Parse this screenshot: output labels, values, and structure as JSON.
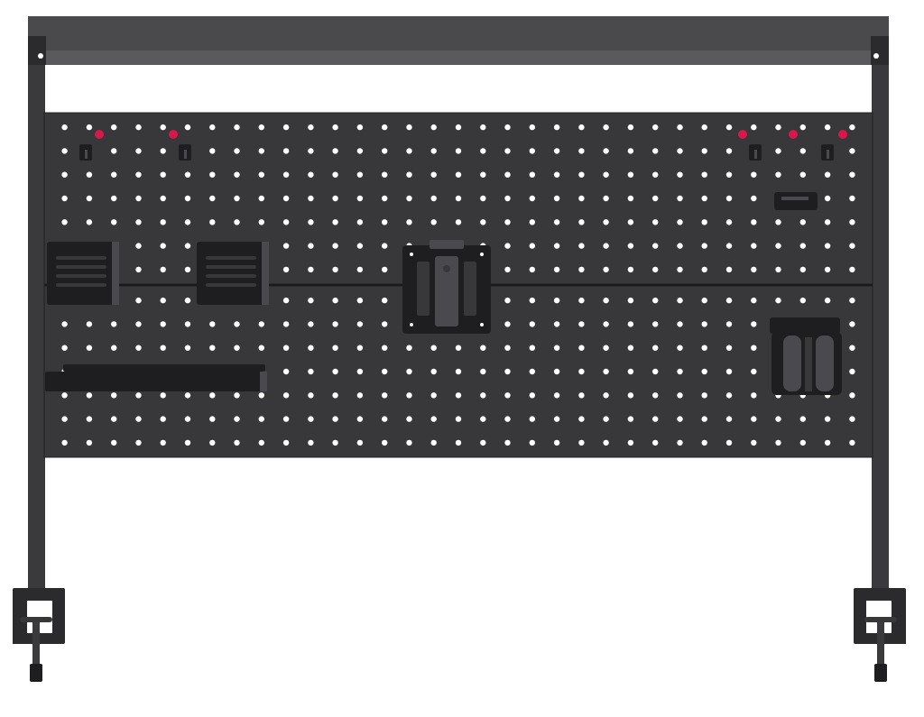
{
  "scene": {
    "subject": "desk-clamp-pegboard-with-light-bar",
    "colors": {
      "background": "#ffffff",
      "frame": "#3a3a3d",
      "frame_dark": "#2b2b2e",
      "panel": "#38383b",
      "panel_edge": "#1f1f21",
      "hole": "#ffffff",
      "accessory": "#1e1e20",
      "accessory_highlight": "#4a4a4e",
      "peg_accent": "#d8174a",
      "light_bar_top": "#4a4a4d",
      "light_bar_bottom": "#5a5a5d"
    },
    "pegboard": {
      "panels": 2,
      "hole_grid_upper": {
        "rows": 7,
        "cols": 33
      },
      "hole_grid_lower": {
        "rows": 7,
        "cols": 33
      }
    },
    "accessories": [
      {
        "name": "slotted-tablet-holder",
        "count": 2
      },
      {
        "name": "vesa-monitor-mount",
        "count": 1
      },
      {
        "name": "long-shelf",
        "count": 1
      },
      {
        "name": "dual-cup-holder",
        "count": 1
      },
      {
        "name": "small-hook-clip",
        "count": 1
      },
      {
        "name": "peg-hook",
        "count": 5
      }
    ]
  }
}
